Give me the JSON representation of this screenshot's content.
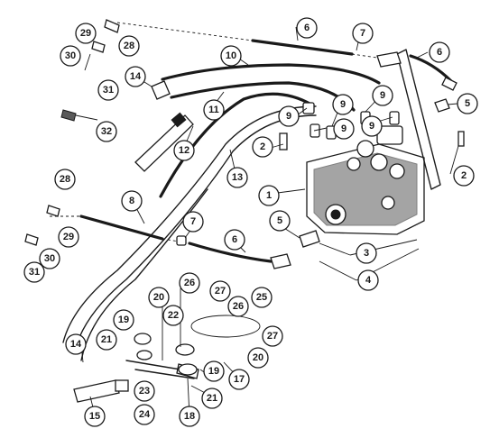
{
  "diagram": {
    "callouts": [
      {
        "id": "c1",
        "label": "1"
      },
      {
        "id": "c2a",
        "label": "2"
      },
      {
        "id": "c2b",
        "label": "2"
      },
      {
        "id": "c3",
        "label": "3"
      },
      {
        "id": "c4",
        "label": "4"
      },
      {
        "id": "c5a",
        "label": "5"
      },
      {
        "id": "c5b",
        "label": "5"
      },
      {
        "id": "c6a",
        "label": "6"
      },
      {
        "id": "c6b",
        "label": "6"
      },
      {
        "id": "c6c",
        "label": "6"
      },
      {
        "id": "c7a",
        "label": "7"
      },
      {
        "id": "c7b",
        "label": "7"
      },
      {
        "id": "c8",
        "label": "8"
      },
      {
        "id": "c9a",
        "label": "9"
      },
      {
        "id": "c9b",
        "label": "9"
      },
      {
        "id": "c9c",
        "label": "9"
      },
      {
        "id": "c9d",
        "label": "9"
      },
      {
        "id": "c9e",
        "label": "9"
      },
      {
        "id": "c10",
        "label": "10"
      },
      {
        "id": "c11",
        "label": "11"
      },
      {
        "id": "c12",
        "label": "12"
      },
      {
        "id": "c13",
        "label": "13"
      },
      {
        "id": "c14a",
        "label": "14"
      },
      {
        "id": "c14b",
        "label": "14"
      },
      {
        "id": "c15",
        "label": "15"
      },
      {
        "id": "c17",
        "label": "17"
      },
      {
        "id": "c18",
        "label": "18"
      },
      {
        "id": "c19a",
        "label": "19"
      },
      {
        "id": "c19b",
        "label": "19"
      },
      {
        "id": "c20a",
        "label": "20"
      },
      {
        "id": "c20b",
        "label": "20"
      },
      {
        "id": "c21a",
        "label": "21"
      },
      {
        "id": "c21b",
        "label": "21"
      },
      {
        "id": "c22",
        "label": "22"
      },
      {
        "id": "c23",
        "label": "23"
      },
      {
        "id": "c24",
        "label": "24"
      },
      {
        "id": "c25",
        "label": "25"
      },
      {
        "id": "c26a",
        "label": "26"
      },
      {
        "id": "c26b",
        "label": "26"
      },
      {
        "id": "c27a",
        "label": "27"
      },
      {
        "id": "c27b",
        "label": "27"
      },
      {
        "id": "c28a",
        "label": "28"
      },
      {
        "id": "c28b",
        "label": "28"
      },
      {
        "id": "c29a",
        "label": "29"
      },
      {
        "id": "c29b",
        "label": "29"
      },
      {
        "id": "c30a",
        "label": "30"
      },
      {
        "id": "c30b",
        "label": "30"
      },
      {
        "id": "c31a",
        "label": "31"
      },
      {
        "id": "c31b",
        "label": "31"
      },
      {
        "id": "c32",
        "label": "32"
      }
    ]
  }
}
